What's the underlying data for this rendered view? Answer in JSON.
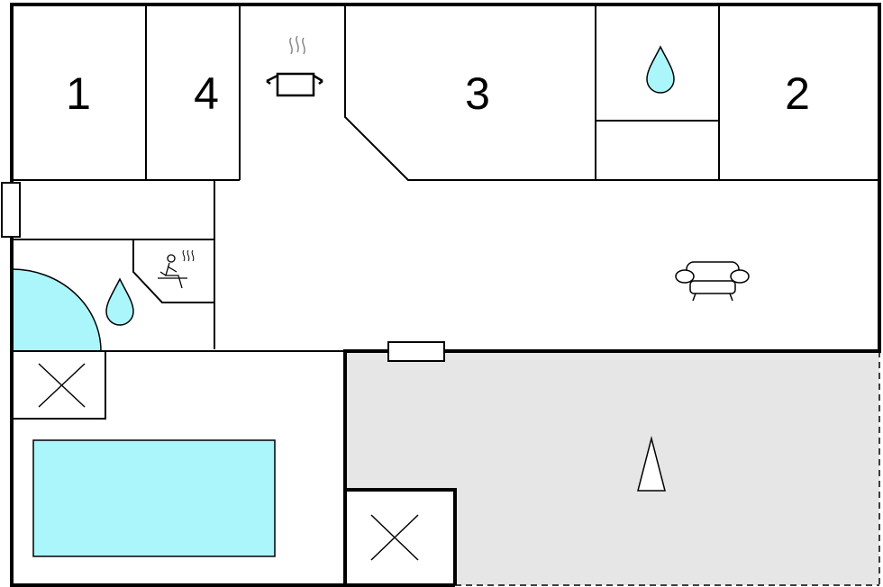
{
  "floorplan": {
    "rooms": [
      {
        "id": "bedroom-1",
        "label": "1"
      },
      {
        "id": "bedroom-4",
        "label": "4"
      },
      {
        "id": "bedroom-3",
        "label": "3"
      },
      {
        "id": "bedroom-2",
        "label": "2"
      }
    ],
    "icons": [
      {
        "id": "kitchen",
        "icon": "cooking-pot-icon"
      },
      {
        "id": "bathroom-top",
        "icon": "water-drop-icon"
      },
      {
        "id": "bathroom-left",
        "icon": "water-drop-icon"
      },
      {
        "id": "sauna",
        "icon": "sauna-icon"
      },
      {
        "id": "living-room",
        "icon": "sofa-icon"
      },
      {
        "id": "terrace",
        "icon": "parasol-icon"
      },
      {
        "id": "void-1",
        "icon": "void-cross-icon"
      },
      {
        "id": "void-2",
        "icon": "void-cross-icon"
      },
      {
        "id": "pool",
        "icon": "pool"
      }
    ],
    "colors": {
      "wall": "#000000",
      "water": "#aaf6fa",
      "terrace": "#e6e6e6",
      "background": "#ffffff"
    }
  }
}
